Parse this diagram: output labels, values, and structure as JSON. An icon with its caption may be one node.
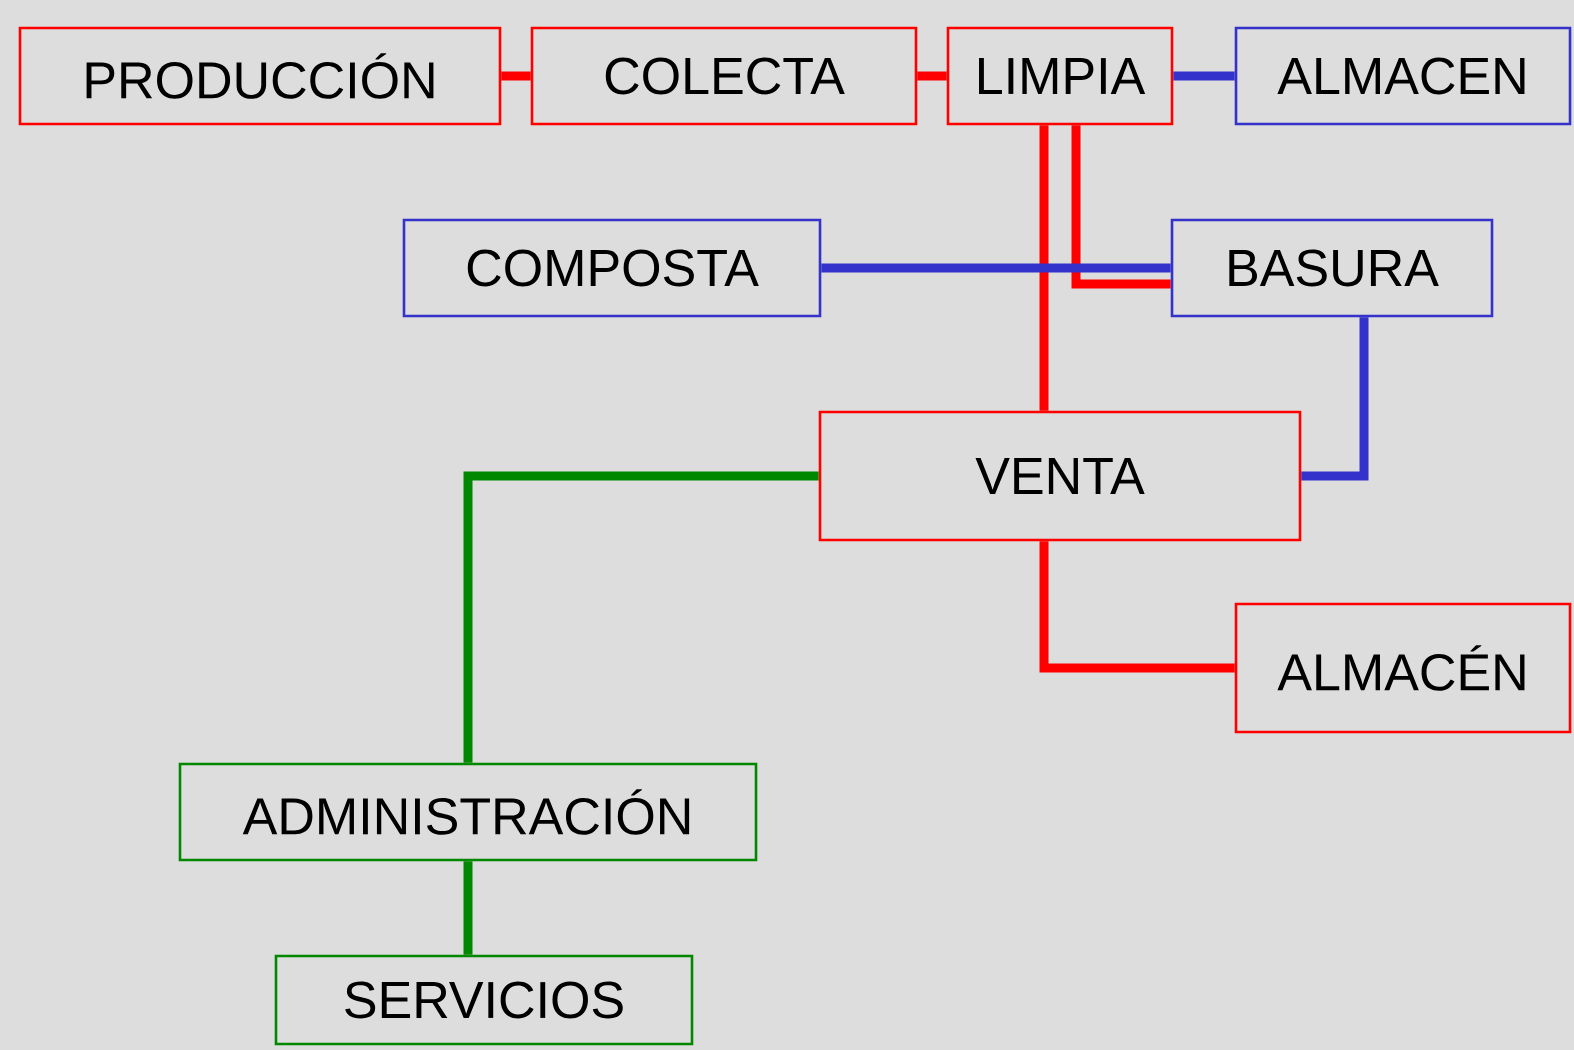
{
  "diagram": {
    "nodes": [
      {
        "text": [
          "PRODUCCIÓN"
        ]
      },
      {
        "text": [
          "COLECTA"
        ]
      },
      {
        "text": [
          "LIMPIA"
        ]
      },
      {
        "text": [
          "ALMACEN"
        ]
      },
      {
        "text": [
          "COMPOSTA"
        ]
      },
      {
        "text": [
          "BASURA"
        ]
      },
      {
        "text": [
          "VENTA"
        ]
      },
      {
        "text": [
          "ALMACÉN"
        ]
      },
      {
        "text": [
          "ADMINISTRACIÓN"
        ]
      },
      {
        "text": [
          "SERVICIOS"
        ]
      }
    ],
    "edges": [
      {
        "from": 0,
        "to": 1,
        "arrow": "none"
      },
      {
        "from": 1,
        "to": 2,
        "arrow": "none"
      },
      {
        "from": 2,
        "to": 3,
        "arrow": "none",
        "color": "#3333cc"
      },
      {
        "from": 2,
        "to": 6,
        "arrow": "none"
      },
      {
        "from": 2,
        "to": 5,
        "arrow": "none"
      },
      {
        "from": 4,
        "to": 5,
        "arrow": "none",
        "color": "#3333cc"
      },
      {
        "from": 5,
        "to": 6,
        "arrow": "none",
        "color": "#3333cc"
      },
      {
        "from": 6,
        "to": 7,
        "arrow": "none"
      },
      {
        "from": 6,
        "to": 8,
        "arrow": "none",
        "color": "#008800"
      },
      {
        "from": 8,
        "to": 9,
        "arrow": "none",
        "color": "#008800"
      }
    ]
  }
}
